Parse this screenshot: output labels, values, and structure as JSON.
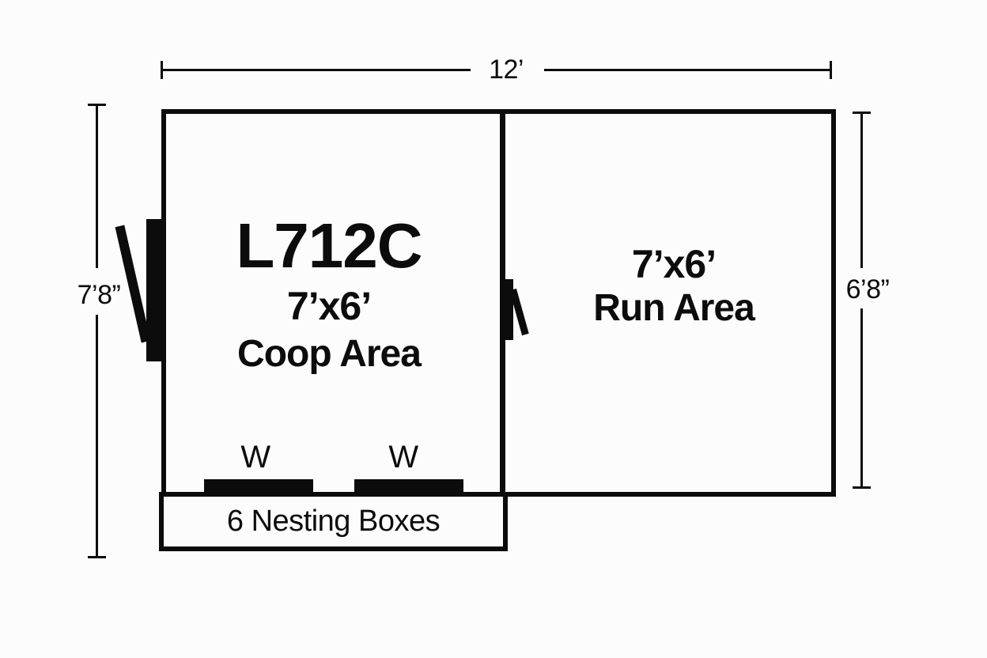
{
  "diagram": {
    "dimensions": {
      "overall_width": "12’",
      "left_height": "7’8”",
      "right_height": "6’8”"
    },
    "coop": {
      "model": "L712C",
      "size": "7’x6’",
      "name": "Coop Area"
    },
    "run": {
      "size": "7’x6’",
      "name": "Run Area"
    },
    "nesting_boxes": "6 Nesting Boxes",
    "window_marker": "W"
  },
  "colors": {
    "line": "#0c0c0c",
    "background": "#fcfcfc"
  }
}
